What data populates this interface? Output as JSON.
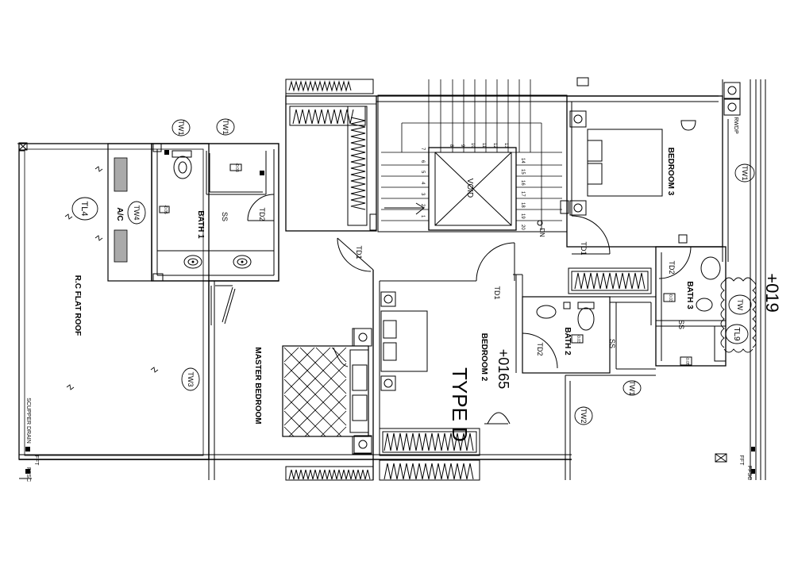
{
  "rooms": {
    "master_bedroom": "MASTER BEDROOM",
    "bedroom_2": "BEDROOM 2",
    "bedroom_3": "BEDROOM 3",
    "bath_1": "BATH 1",
    "bath_2": "BATH 2",
    "bath_3": "BATH 3",
    "void": "VOID",
    "roof": "R.C FLAT ROOF",
    "ac": "A/C"
  },
  "tags": {
    "td1": "TD1",
    "td2": "TD2",
    "tw1": "TW1",
    "tw2": "TW2",
    "tw3": "TW3",
    "tw4": "TW4",
    "tl4": "TL4",
    "ss": "SS",
    "tl9": "TL9",
    "tw": "TW"
  },
  "annotations": {
    "scupper_drain": "SCUPPER DRAIN",
    "fft": "FFT",
    "ffsc": "FFSC",
    "rwdp": "RWDP",
    "dn": "DN",
    "level_019": "+019",
    "level_0165": "+0165",
    "type_d": "TYPE D",
    "ffl_003": "-0.03",
    "ffl_005": "-0.05"
  },
  "stair": {
    "upper_numbers": [
      "7",
      "6",
      "5",
      "4",
      "3",
      "2",
      "1"
    ],
    "mid_numbers": [
      "8",
      "9",
      "10",
      "11",
      "12",
      "13"
    ],
    "lower_numbers": [
      "14",
      "15",
      "16",
      "17",
      "18",
      "19",
      "20"
    ]
  }
}
